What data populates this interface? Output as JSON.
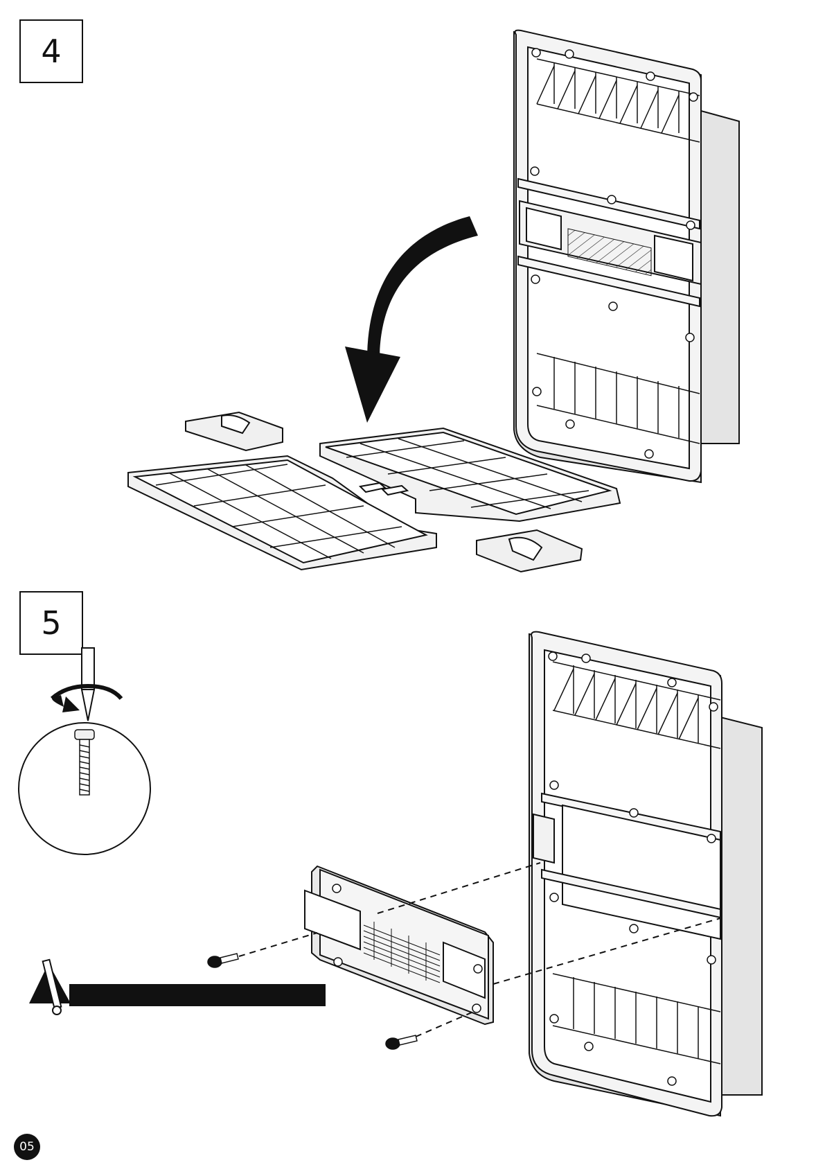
{
  "steps": [
    {
      "number": "4"
    },
    {
      "number": "5"
    }
  ],
  "page": {
    "number": "05"
  },
  "colors": {
    "ink": "#111111",
    "panel_fill": "#ebebeb",
    "panel_light": "#f6f6f6",
    "background": "#ffffff"
  },
  "icons": {
    "rotate_arrow": "curved-arrow-icon",
    "screwdriver": "screwdriver-icon",
    "warning": "warning-icon",
    "screw": "screw-icon"
  }
}
